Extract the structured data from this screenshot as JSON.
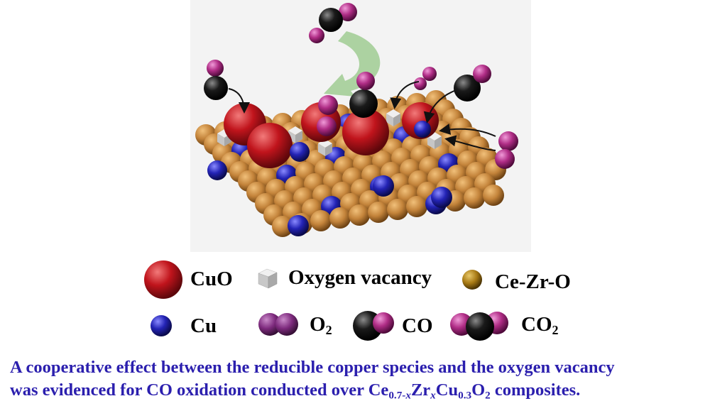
{
  "legend": {
    "cuo": "CuO",
    "vacancy": "Oxygen vacancy",
    "cezro": "Ce-Zr-O",
    "cu": "Cu",
    "o2": {
      "base": "O",
      "sub": "2"
    },
    "co": "CO",
    "co2": {
      "base": "CO",
      "sub": "2"
    }
  },
  "caption": {
    "line1": "A cooperative effect between the reducible copper species and the oxygen vacancy",
    "line2_prefix": "was evidenced for CO oxidation conducted over Ce",
    "sub1": "0.7-",
    "sub1_italic": "x",
    "mid1": "Zr",
    "mid1_italic": "x",
    "mid2": "Cu",
    "sub2": "0.3",
    "mid3": "O",
    "sub3": "2",
    "suffix": " composites."
  },
  "colors": {
    "cuo": "#b3141c",
    "vacancy": "#cfcfcf",
    "cezro": "#b8772f",
    "cu": "#2424b8",
    "oxygen": "#b02d86",
    "carbon": "#111111",
    "arrow_green": "#a6cf9a",
    "caption_text": "#2b1fae",
    "scene_bg": "#f3f3f3"
  }
}
